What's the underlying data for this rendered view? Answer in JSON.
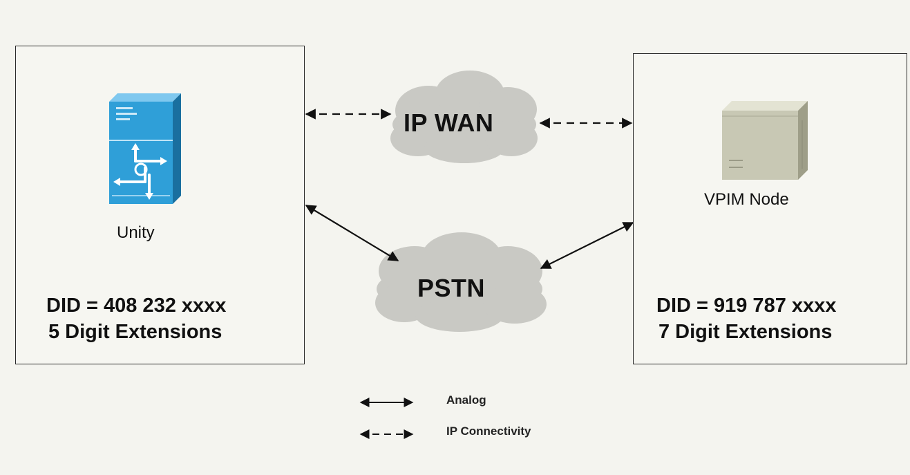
{
  "nodes": {
    "unity": {
      "label": "Unity",
      "did": "DID = 408 232 xxxx",
      "extensions": "5 Digit Extensions"
    },
    "vpim": {
      "label": "VPIM Node",
      "did": "DID = 919 787 xxxx",
      "extensions": "7 Digit Extensions"
    }
  },
  "clouds": {
    "ip_wan": "IP WAN",
    "pstn": "PSTN"
  },
  "legend": {
    "analog": "Analog",
    "ip": "IP Connectivity"
  },
  "colors": {
    "background": "#f4f4ef",
    "cloud": "#c9c9c4",
    "unity_server": "#2f9fd8",
    "vpim_server": "#c8c8b4"
  }
}
